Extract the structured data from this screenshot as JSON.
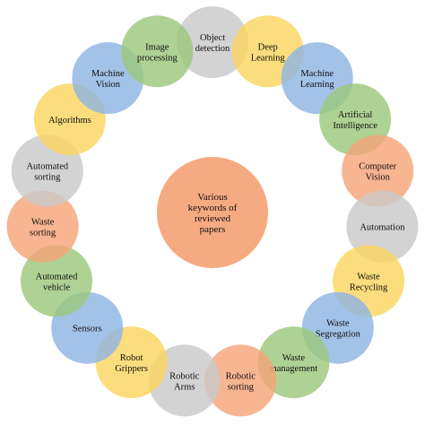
{
  "center": {
    "lines": [
      "Various",
      "keywords of",
      "reviewed",
      "papers"
    ],
    "color": "#f5a57a"
  },
  "nodes": [
    {
      "lines": [
        "Object",
        "detection"
      ],
      "color": "#c9c9c9"
    },
    {
      "lines": [
        "Deep",
        "Learning"
      ],
      "color": "#fbd560"
    },
    {
      "lines": [
        "Machine",
        "Learning"
      ],
      "color": "#8fb4e3"
    },
    {
      "lines": [
        "Artificial",
        "Intelligence"
      ],
      "color": "#9cc87c"
    },
    {
      "lines": [
        "Computer",
        "Vision"
      ],
      "color": "#f5a57a"
    },
    {
      "lines": [
        "Automation"
      ],
      "color": "#c9c9c9"
    },
    {
      "lines": [
        "Waste",
        "Recycling"
      ],
      "color": "#fbd560"
    },
    {
      "lines": [
        "Waste",
        "Segregation"
      ],
      "color": "#8fb4e3"
    },
    {
      "lines": [
        "Waste",
        "management"
      ],
      "color": "#9cc87c"
    },
    {
      "lines": [
        "Robotic",
        "sorting"
      ],
      "color": "#f5a57a"
    },
    {
      "lines": [
        "Robotic",
        "Arms"
      ],
      "color": "#c9c9c9"
    },
    {
      "lines": [
        "Robot",
        "Grippers"
      ],
      "color": "#fbd560"
    },
    {
      "lines": [
        "Sensors"
      ],
      "color": "#8fb4e3"
    },
    {
      "lines": [
        "Automated",
        "vehicle"
      ],
      "color": "#9cc87c"
    },
    {
      "lines": [
        "Waste",
        "sorting"
      ],
      "color": "#f5a57a"
    },
    {
      "lines": [
        "Automated",
        "sorting"
      ],
      "color": "#c9c9c9"
    },
    {
      "lines": [
        "Algorithms"
      ],
      "color": "#fbd560"
    },
    {
      "lines": [
        "Machine",
        "Vision"
      ],
      "color": "#8fb4e3"
    },
    {
      "lines": [
        "Image",
        "processing"
      ],
      "color": "#9cc87c"
    }
  ]
}
